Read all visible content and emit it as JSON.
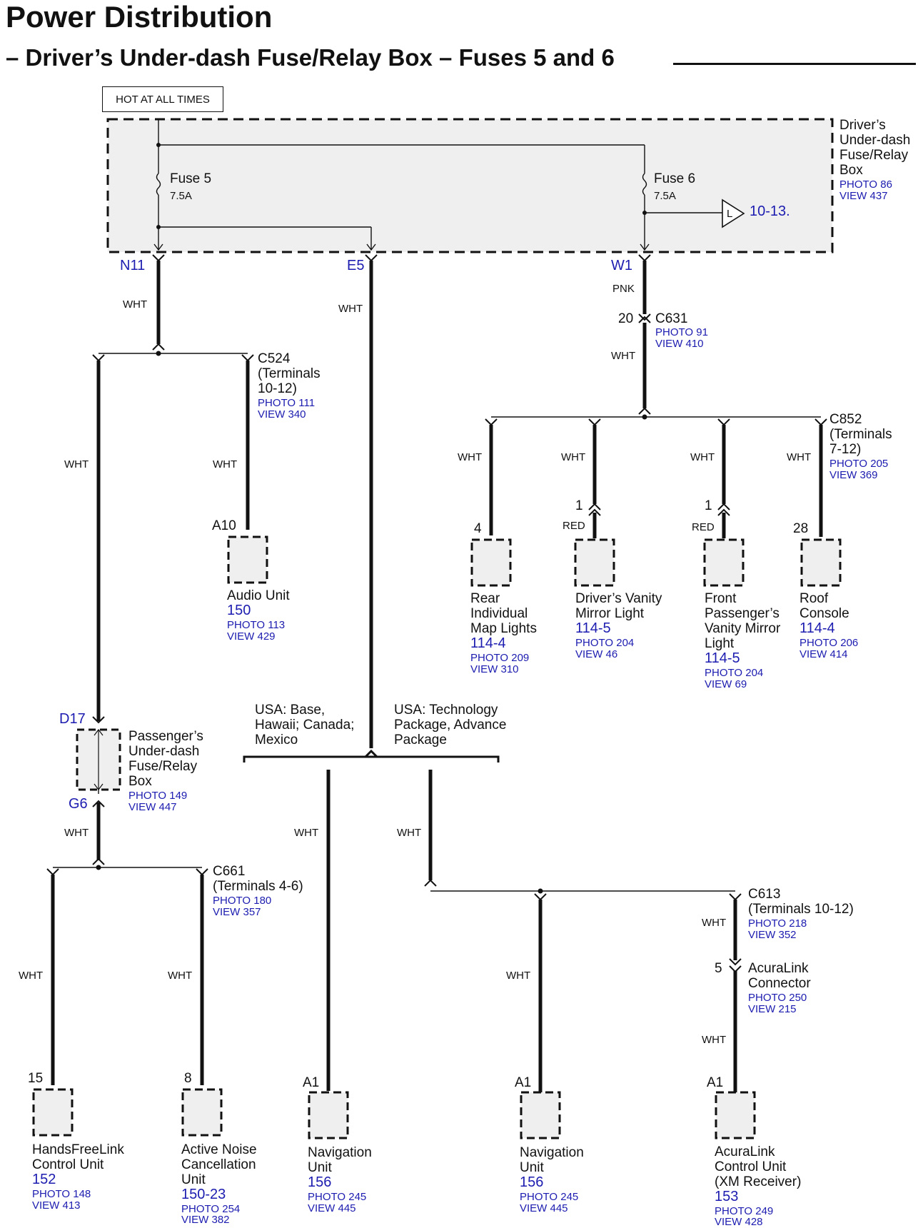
{
  "header": {
    "title": "Power Distribution",
    "subtitle": "– Driver’s Under-dash Fuse/Relay Box – Fuses 5 and 6",
    "hot_label": "HOT AT ALL TIMES"
  },
  "fuse_box": {
    "name_lines": [
      "Driver’s",
      "Under-dash",
      "Fuse/Relay",
      "Box"
    ],
    "photo": "PHOTO 86",
    "view": "VIEW 437",
    "fuse5_name": "Fuse 5",
    "fuse5_rating": "7.5A",
    "fuse6_name": "Fuse 6",
    "fuse6_rating": "7.5A",
    "lamp_letter": "L",
    "lamp_ref": "10-13."
  },
  "terminals": {
    "n11": "N11",
    "e5": "E5",
    "w1": "W1",
    "d17": "D17",
    "g6": "G6"
  },
  "wires": {
    "wht": "WHT",
    "pnk": "PNK",
    "red": "RED"
  },
  "connectors": {
    "c524": {
      "lines": [
        "C524",
        "(Terminals",
        "10-12)"
      ],
      "photo": "PHOTO 111",
      "view": "VIEW 340"
    },
    "c631": {
      "pin": "20",
      "name": "C631",
      "photo": "PHOTO 91",
      "view": "VIEW 410"
    },
    "c852": {
      "lines": [
        "C852",
        "(Terminals",
        "7-12)"
      ],
      "photo": "PHOTO 205",
      "view": "VIEW 369"
    },
    "c661": {
      "lines": [
        "C661",
        "(Terminals 4-6)"
      ],
      "photo": "PHOTO 180",
      "view": "VIEW 357"
    },
    "c613": {
      "lines": [
        "C613",
        "(Terminals 10-12)"
      ],
      "photo": "PHOTO 218",
      "view": "VIEW 352"
    },
    "acuralink_connector": {
      "pin": "5",
      "lines": [
        "AcuraLink",
        "Connector"
      ],
      "photo": "PHOTO 250",
      "view": "VIEW 215"
    }
  },
  "passenger_box": {
    "lines": [
      "Passenger’s",
      "Under-dash",
      "Fuse/Relay",
      "Box"
    ],
    "photo": "PHOTO 149",
    "view": "VIEW 447"
  },
  "branches": {
    "left": [
      "USA: Base,",
      "Hawaii; Canada;",
      "Mexico"
    ],
    "right": [
      "USA: Technology",
      "Package, Advance",
      "Package"
    ]
  },
  "components": {
    "audio_unit": {
      "pin": "A10",
      "lines": [
        "Audio Unit"
      ],
      "page": "150",
      "photo": "PHOTO 113",
      "view": "VIEW 429"
    },
    "rear_map": {
      "pin": "4",
      "lines": [
        "Rear",
        "Individual",
        "Map Lights"
      ],
      "page": "114-4",
      "photo": "PHOTO 209",
      "view": "VIEW 310"
    },
    "driver_vanity": {
      "pin": "1",
      "lines": [
        "Driver’s Vanity",
        "Mirror Light"
      ],
      "page": "114-5",
      "photo": "PHOTO 204",
      "view": "VIEW 46"
    },
    "front_pass_vanity": {
      "pin": "1",
      "lines": [
        "Front",
        "Passenger’s",
        "Vanity Mirror",
        "Light"
      ],
      "page": "114-5",
      "photo": "PHOTO 204",
      "view": "VIEW 69"
    },
    "roof_console": {
      "pin": "28",
      "lines": [
        "Roof",
        "Console"
      ],
      "page": "114-4",
      "photo": "PHOTO 206",
      "view": "VIEW 414"
    },
    "handsfreelink": {
      "pin": "15",
      "lines": [
        "HandsFreeLink",
        "Control Unit"
      ],
      "page": "152",
      "photo": "PHOTO 148",
      "view": "VIEW 413"
    },
    "anc_unit": {
      "pin": "8",
      "lines": [
        "Active Noise",
        "Cancellation",
        "Unit"
      ],
      "page": "150-23",
      "photo": "PHOTO 254",
      "view": "VIEW 382"
    },
    "nav_unit_1": {
      "pin": "A1",
      "lines": [
        "Navigation",
        "Unit"
      ],
      "page": "156",
      "photo": "PHOTO 245",
      "view": "VIEW 445"
    },
    "nav_unit_2": {
      "pin": "A1",
      "lines": [
        "Navigation",
        "Unit"
      ],
      "page": "156",
      "photo": "PHOTO 245",
      "view": "VIEW 445"
    },
    "acuralink_unit": {
      "pin": "A1",
      "lines": [
        "AcuraLink",
        "Control Unit",
        "(XM Receiver)"
      ],
      "page": "153",
      "photo": "PHOTO 249",
      "view": "VIEW 428"
    }
  }
}
